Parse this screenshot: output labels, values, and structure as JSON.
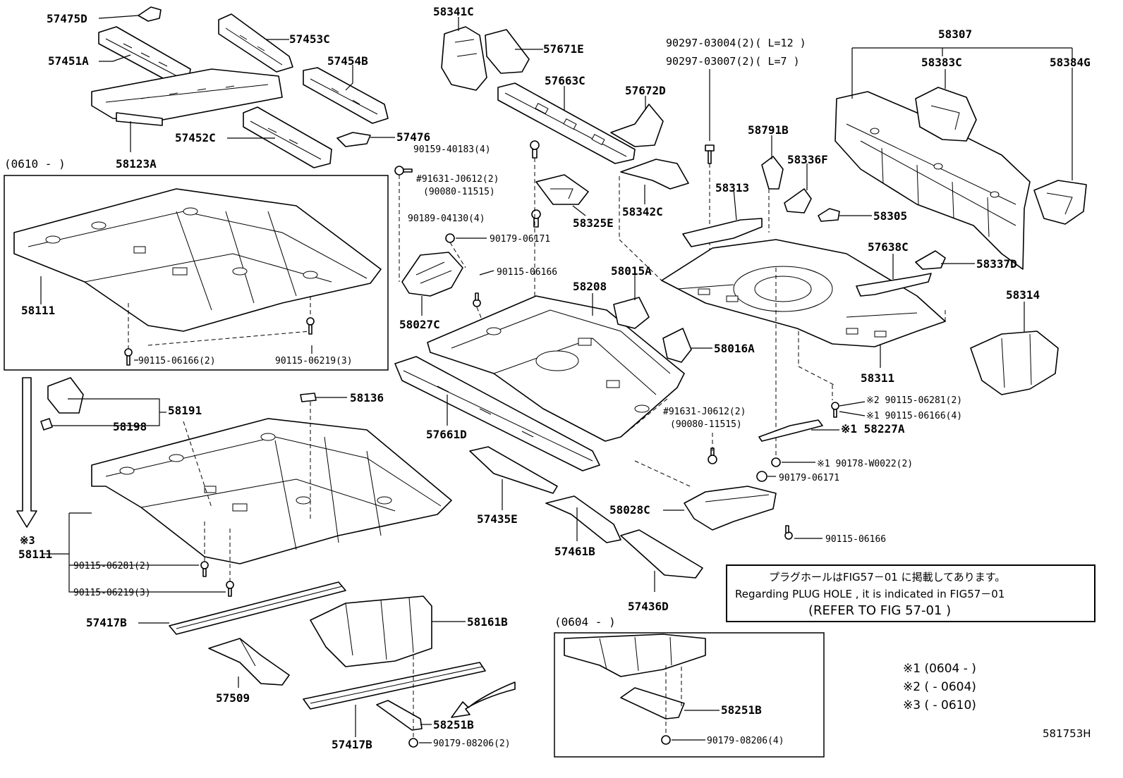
{
  "labels": {
    "p57475D": "57475D",
    "p57451A": "57451A",
    "p57453C": "57453C",
    "p57454B": "57454B",
    "p57452C": "57452C",
    "p58123A": "58123A",
    "p57476": "57476",
    "p58341C": "58341C",
    "p57671E": "57671E",
    "p57663C": "57663C",
    "p57672D": "57672D",
    "p90159": "90159-40183(4)",
    "p91631a": "#91631-J0612(2)",
    "p90080a": "(90080-11515)",
    "p58325E": "58325E",
    "p90189": "90189-04130(4)",
    "p90179a": "90179-06171",
    "p90115a": "90115-06166",
    "p58027C": "58027C",
    "p58342C": "58342C",
    "p90297a": "90297-03004(2)( L=12 )",
    "p90297b": "90297-03007(2)( L=7 )",
    "p58791B": "58791B",
    "p58313": "58313",
    "p58336F": "58336F",
    "p58307": "58307",
    "p58383C": "58383C",
    "p58384G": "58384G",
    "p58305": "58305",
    "p57638C": "57638C",
    "p58337D": "58337D",
    "p58314": "58314",
    "p58015A": "58015A",
    "p58208": "58208",
    "p58016A": "58016A",
    "p58311": "58311",
    "range0610": "(0610 -        )",
    "p58111a": "58111",
    "p90115b": "90115-06166(2)",
    "p90115c": "90115-06219(3)",
    "p58191": "58191",
    "p58136": "58136",
    "p58198": "58198",
    "p57661D": "57661D",
    "p91631b": "#91631-J0612(2)",
    "p90080b": "(90080-11515)",
    "p90115d": "※2 90115-06281(2)",
    "p90115e": "※1 90115-06166(4)",
    "p58227A": "※1 58227A",
    "p90178": "※1 90178-W0022(2)",
    "p90179b": "90179-06171",
    "mark3": "※3",
    "p58111b": "58111",
    "p90115f": "90115-06281(2)",
    "p90115g": "90115-06219(3)",
    "p57435E": "57435E",
    "p58028C": "58028C",
    "p90115h": "90115-06166",
    "p57461B": "57461B",
    "p57436D": "57436D",
    "p57417Ba": "57417B",
    "p58161B": "58161B",
    "p57509": "57509",
    "p58251Ba": "58251B",
    "p57417Bb": "57417B",
    "p90179c": "90179-08206(2)",
    "range0604": "(0604 -       )",
    "p58251Bb": "58251B",
    "p90179d": "90179-08206(4)"
  },
  "note": {
    "line1": "プラグホールはFIG57－01 に掲載してあります。",
    "line2": "Regarding PLUG HOLE , it is indicated in FIG57－01",
    "line3": "(REFER TO FIG 57-01 )"
  },
  "legend": {
    "l1": "※1 (0604 -         )",
    "l2": "※2 (          - 0604)",
    "l3": "※3 (          - 0610)"
  },
  "figure_id": "581753H"
}
